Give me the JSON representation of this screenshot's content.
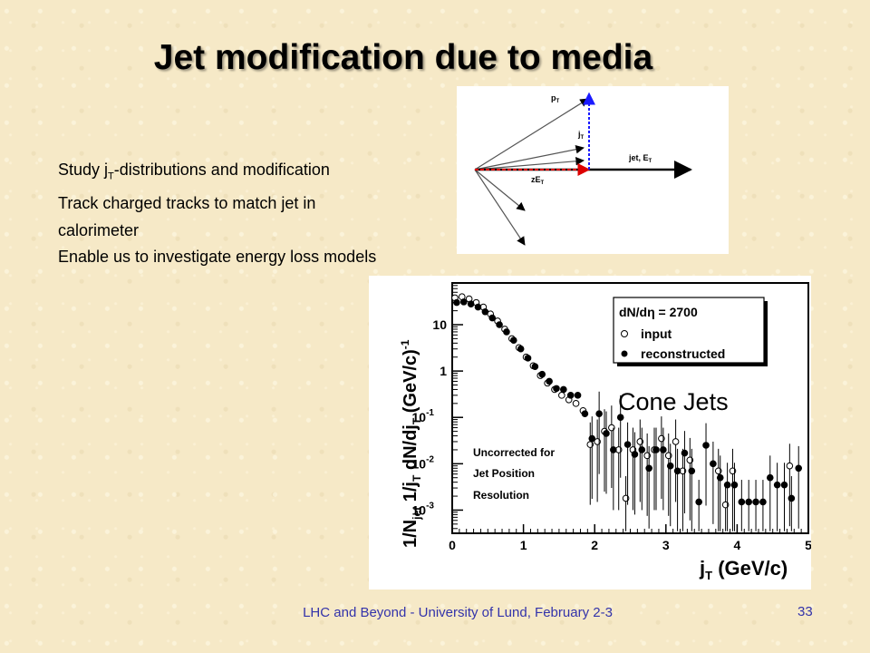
{
  "slide": {
    "title": "Jet modification due to media",
    "bullets": [
      {
        "pre": "Study j",
        "sub": "T",
        "post": "-distributions and modification"
      },
      {
        "pre": "Track charged tracks to match jet in calorimeter",
        "sub": "",
        "post": ""
      },
      {
        "pre": "Enable us to investigate energy loss models",
        "sub": "",
        "post": ""
      }
    ],
    "footer": "LHC and Beyond - University of Lund, February 2-3",
    "page_number": "33"
  },
  "diagram": {
    "labels": {
      "pt": "p",
      "pt_sub": "T",
      "jt": "j",
      "jt_sub": "T",
      "jet": "jet, E",
      "jet_sub": "T",
      "zet": "zE",
      "zet_sub": "T"
    },
    "colors": {
      "jt_vector": "#1a1aff",
      "zet_vector": "#dd0000",
      "jet_vector": "#000000"
    }
  },
  "chart_data": {
    "type": "scatter",
    "title": "",
    "xlabel": "j",
    "xlabel_sub": "T",
    "xlabel_unit": "(GeV/c)",
    "ylabel": "1/N",
    "ylabel_sub": "jet",
    "ylabel_rest": "1/j",
    "ylabel_rest_sub": "T",
    "ylabel_tail": "dN/dj",
    "ylabel_tail_sub": "T",
    "ylabel_unit": "(GeV/c)",
    "ylabel_exp": "-1",
    "xlim": [
      0,
      5
    ],
    "ylim_log10": [
      -3.5,
      1.9
    ],
    "yscale": "log",
    "x_ticks": [
      "0",
      "1",
      "2",
      "3",
      "4",
      "5"
    ],
    "y_ticks": [
      {
        "base": "10",
        "exp": "",
        "value": 10
      },
      {
        "base": "1",
        "exp": "",
        "value": 1
      },
      {
        "base": "10",
        "exp": "-1",
        "value": 0.1
      },
      {
        "base": "10",
        "exp": "-2",
        "value": 0.01
      },
      {
        "base": "10",
        "exp": "-3",
        "value": 0.001
      }
    ],
    "legend": {
      "title": "dN/dη = 2700",
      "entries": [
        {
          "name": "input",
          "marker": "open-circle"
        },
        {
          "name": "reconstructed",
          "marker": "filled-circle"
        }
      ],
      "placement": "top-right"
    },
    "annotations": [
      "Cone Jets",
      "Uncorrected for",
      "Jet Position",
      "Resolution"
    ],
    "series": [
      {
        "name": "input",
        "marker": "open",
        "points": [
          [
            0.05,
            38
          ],
          [
            0.15,
            40
          ],
          [
            0.25,
            36
          ],
          [
            0.35,
            30
          ],
          [
            0.45,
            24
          ],
          [
            0.55,
            17
          ],
          [
            0.65,
            12
          ],
          [
            0.75,
            8
          ],
          [
            0.85,
            5
          ],
          [
            0.95,
            3.2
          ],
          [
            1.05,
            2
          ],
          [
            1.15,
            1.3
          ],
          [
            1.25,
            0.8
          ],
          [
            1.35,
            0.55
          ],
          [
            1.45,
            0.4
          ],
          [
            1.55,
            0.3
          ],
          [
            1.65,
            0.24
          ],
          [
            1.75,
            0.2
          ],
          [
            1.85,
            0.14
          ],
          [
            1.95,
            0.026
          ],
          [
            2.05,
            0.03
          ],
          [
            2.15,
            0.05
          ],
          [
            2.25,
            0.06
          ],
          [
            2.35,
            0.02
          ],
          [
            2.45,
            0.0018
          ],
          [
            2.55,
            0.02
          ],
          [
            2.65,
            0.03
          ],
          [
            2.75,
            0.015
          ],
          [
            2.85,
            0.02
          ],
          [
            2.95,
            0.035
          ],
          [
            3.05,
            0.015
          ],
          [
            3.15,
            0.03
          ],
          [
            3.25,
            0.007
          ],
          [
            3.35,
            0.012
          ],
          [
            3.75,
            0.007
          ],
          [
            3.85,
            0.0013
          ],
          [
            3.95,
            0.007
          ],
          [
            4.75,
            0.009
          ]
        ]
      },
      {
        "name": "reconstructed",
        "marker": "filled",
        "points": [
          [
            0.05,
            30
          ],
          [
            0.15,
            31
          ],
          [
            0.25,
            28
          ],
          [
            0.35,
            24
          ],
          [
            0.45,
            19
          ],
          [
            0.55,
            14
          ],
          [
            0.65,
            10
          ],
          [
            0.75,
            7
          ],
          [
            0.85,
            4.6
          ],
          [
            0.95,
            3
          ],
          [
            1.05,
            1.9
          ],
          [
            1.15,
            1.25
          ],
          [
            1.25,
            0.85
          ],
          [
            1.35,
            0.6
          ],
          [
            1.45,
            0.42
          ],
          [
            1.55,
            0.4
          ],
          [
            1.65,
            0.3
          ],
          [
            1.75,
            0.3
          ],
          [
            1.85,
            0.12
          ],
          [
            1.95,
            0.035
          ],
          [
            2.05,
            0.12
          ],
          [
            2.15,
            0.045
          ],
          [
            2.25,
            0.02
          ],
          [
            2.35,
            0.1
          ],
          [
            2.45,
            0.026
          ],
          [
            2.55,
            0.016
          ],
          [
            2.65,
            0.02
          ],
          [
            2.75,
            0.008
          ],
          [
            2.85,
            0.02
          ],
          [
            2.95,
            0.02
          ],
          [
            3.05,
            0.009
          ],
          [
            3.15,
            0.007
          ],
          [
            3.25,
            0.017
          ],
          [
            3.35,
            0.007
          ],
          [
            3.45,
            0.0015
          ],
          [
            3.55,
            0.025
          ],
          [
            3.65,
            0.01
          ],
          [
            3.75,
            0.005
          ],
          [
            3.85,
            0.0035
          ],
          [
            3.95,
            0.0035
          ],
          [
            4.05,
            0.0015
          ],
          [
            4.15,
            0.0015
          ],
          [
            4.25,
            0.0015
          ],
          [
            4.35,
            0.0015
          ],
          [
            4.45,
            0.005
          ],
          [
            4.55,
            0.0035
          ],
          [
            4.65,
            0.0035
          ],
          [
            4.75,
            0.0018
          ],
          [
            4.85,
            0.008
          ]
        ]
      }
    ]
  }
}
